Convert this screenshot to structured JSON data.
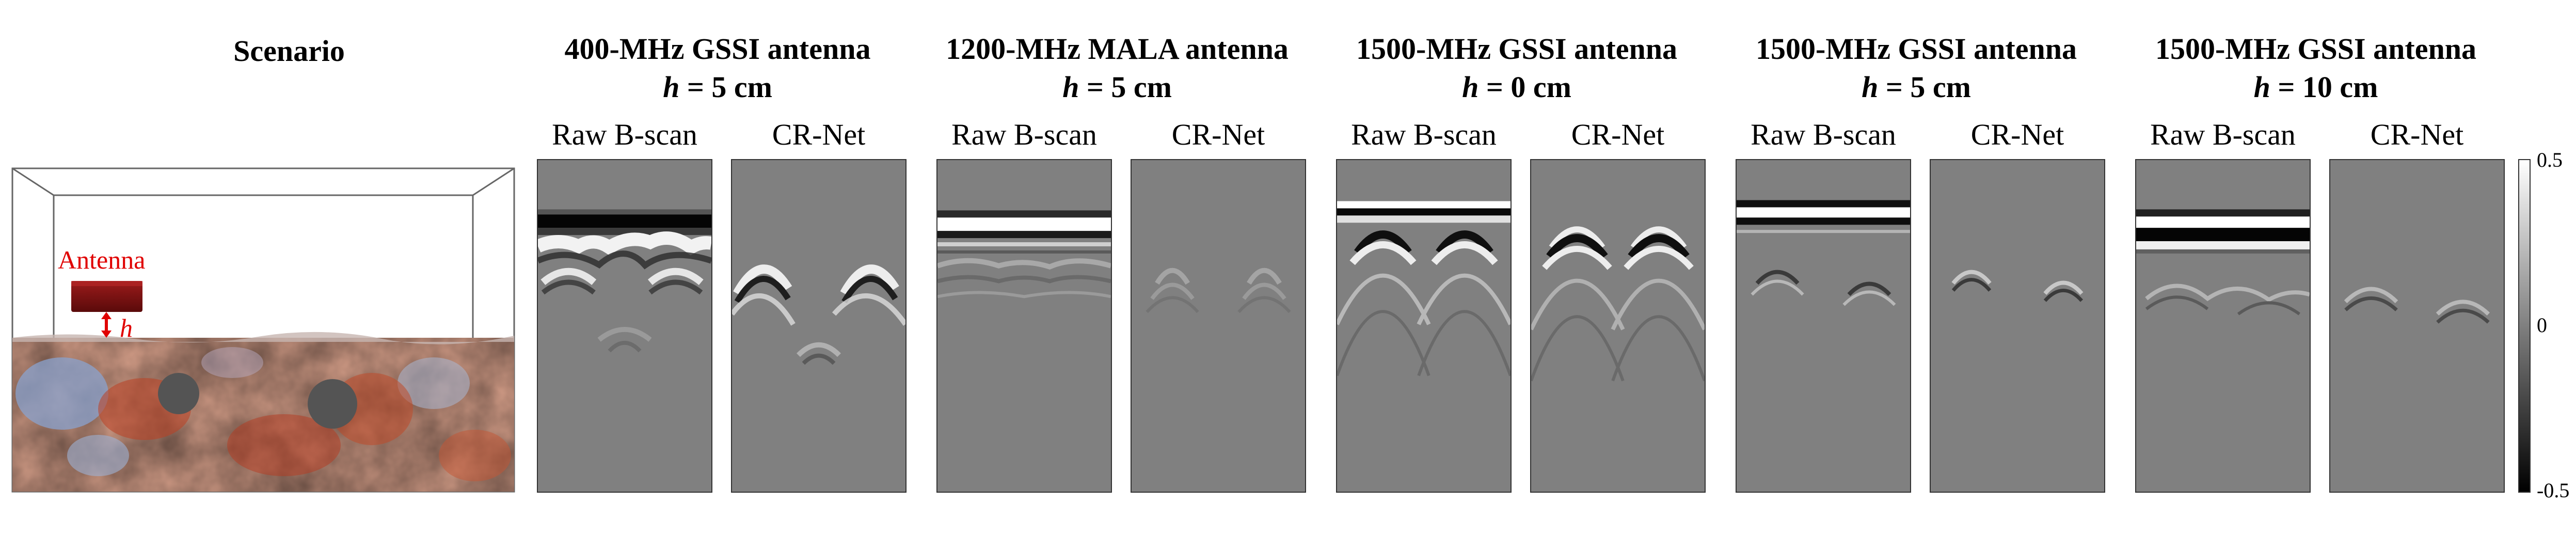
{
  "scenario": {
    "title": "Scenario",
    "antenna_label": "Antenna",
    "height_label": "h"
  },
  "columns": [
    {
      "title_line1": "400-MHz GSSI antenna",
      "h_value": "= 5 cm",
      "raw_label": "Raw B-scan",
      "net_label": "CR-Net"
    },
    {
      "title_line1": "1200-MHz MALA antenna",
      "h_value": "= 5 cm",
      "raw_label": "Raw B-scan",
      "net_label": "CR-Net"
    },
    {
      "title_line1": "1500-MHz GSSI antenna",
      "h_value": "= 0 cm",
      "raw_label": "Raw B-scan",
      "net_label": "CR-Net"
    },
    {
      "title_line1": "1500-MHz GSSI antenna",
      "h_value": "= 5 cm",
      "raw_label": "Raw B-scan",
      "net_label": "CR-Net"
    },
    {
      "title_line1": "1500-MHz GSSI antenna",
      "h_value": "= 10 cm",
      "raw_label": "Raw B-scan",
      "net_label": "CR-Net"
    }
  ],
  "colorbar": {
    "max_label": "0.5",
    "mid_label": "0",
    "min_label": "-0.5"
  }
}
